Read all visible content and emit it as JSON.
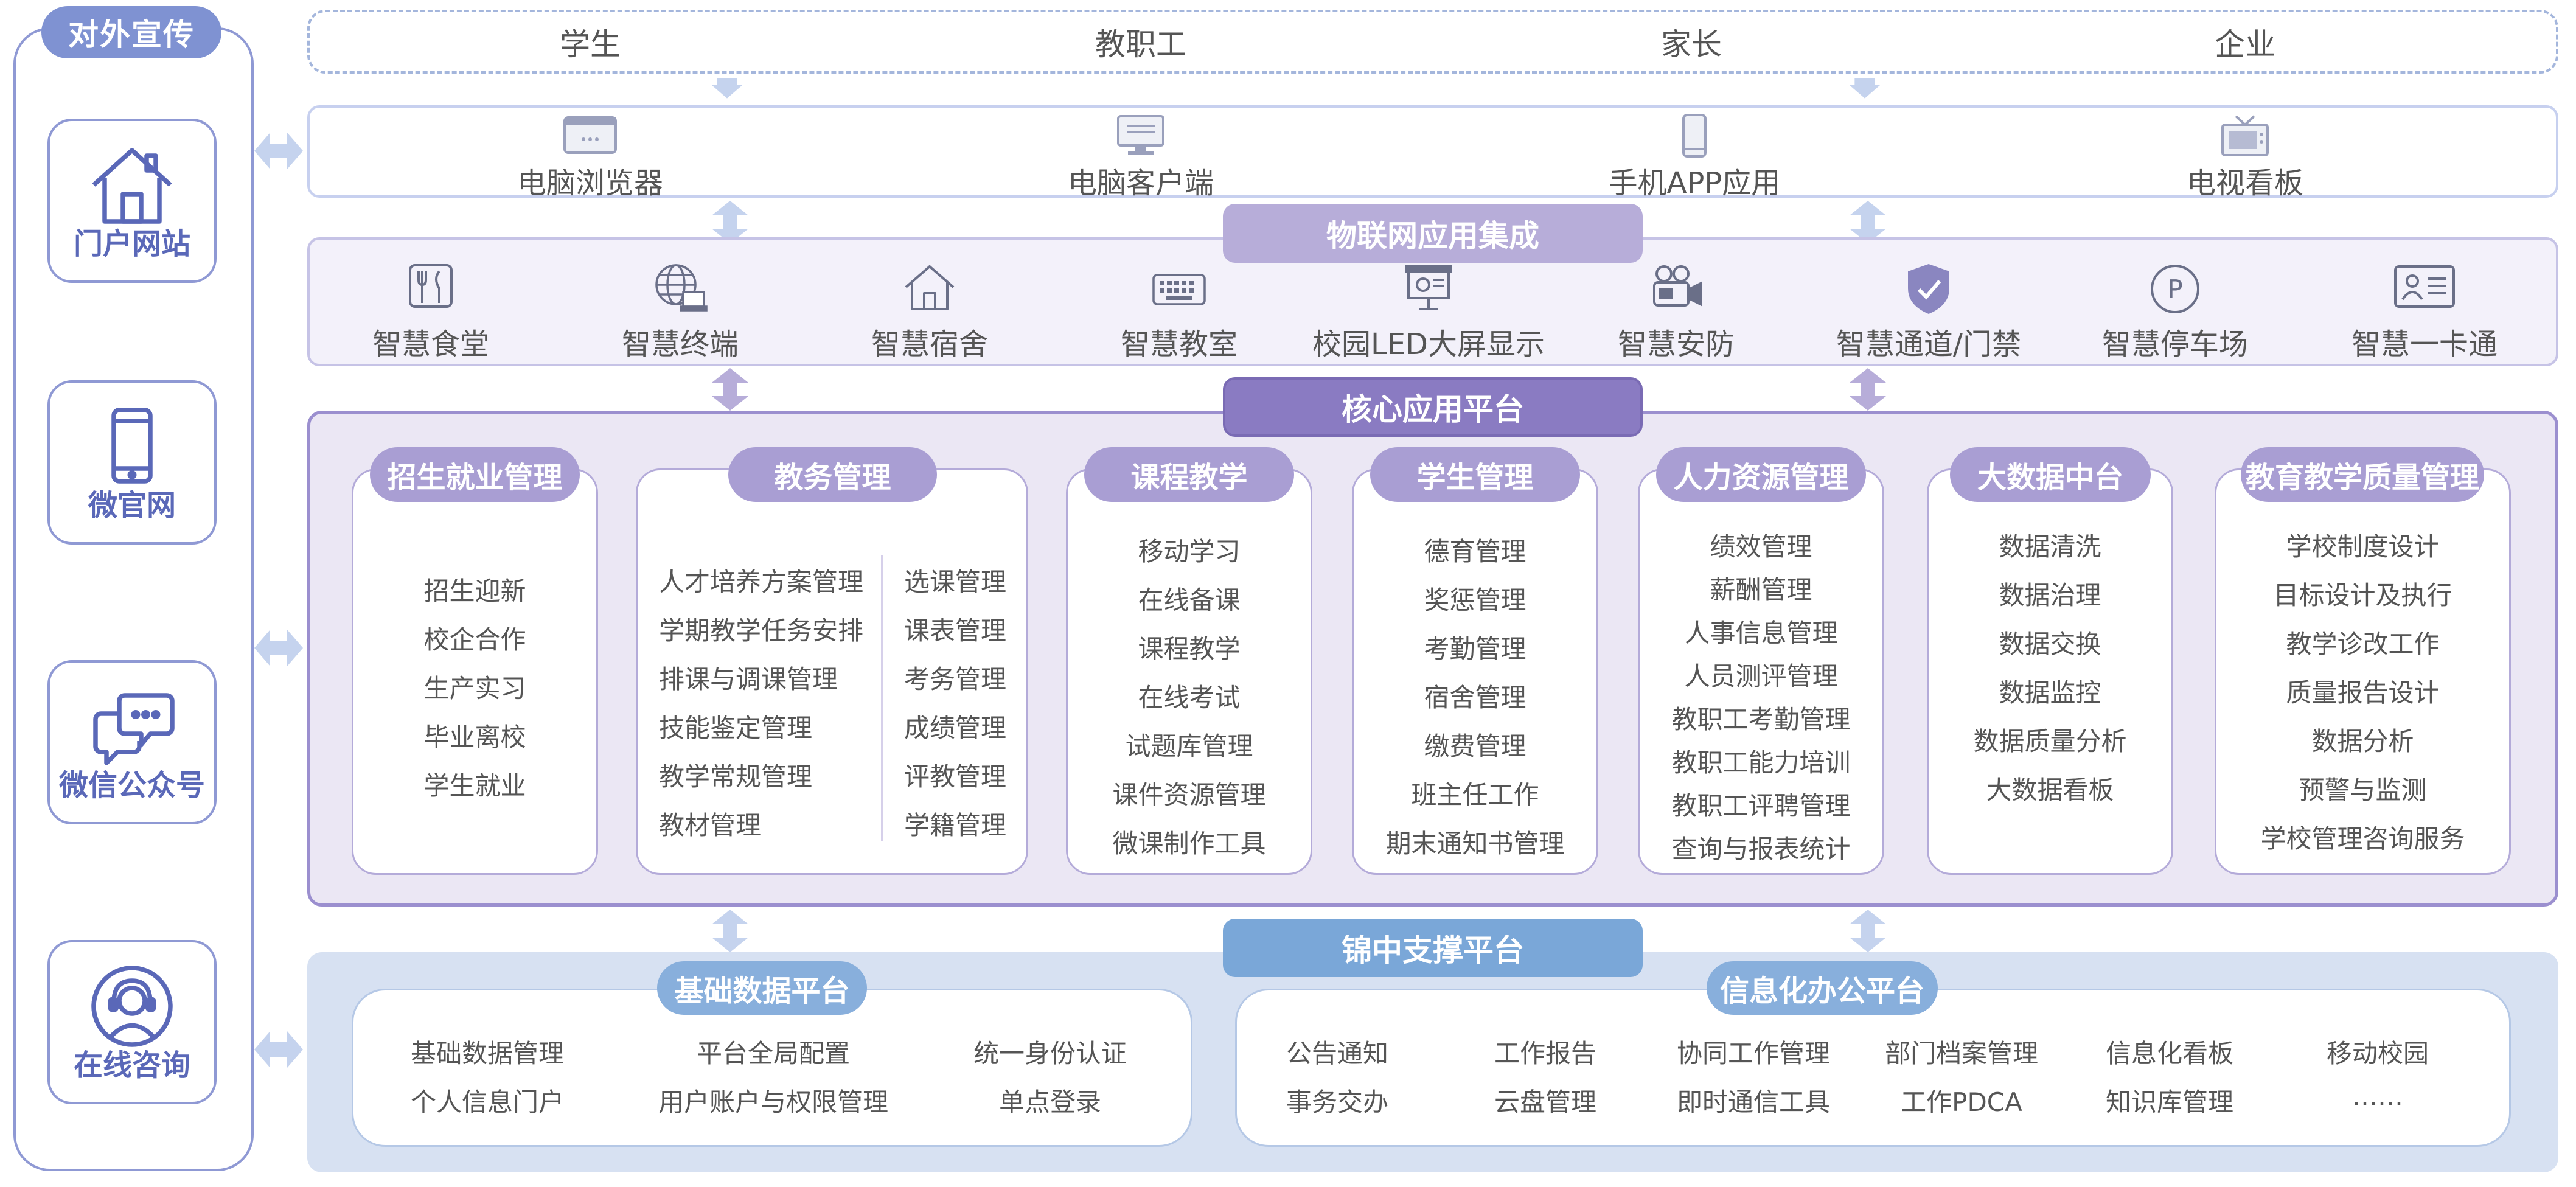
{
  "left_column": {
    "title": "对外宣传",
    "portals": [
      {
        "label": "门户网站",
        "icon": "house-icon"
      },
      {
        "label": "微官网",
        "icon": "phone-icon"
      },
      {
        "label": "微信公众号",
        "icon": "chat-bubbles-icon"
      },
      {
        "label": "在线咨询",
        "icon": "headset-agent-icon"
      }
    ]
  },
  "users": [
    "学生",
    "教职工",
    "家长",
    "企业"
  ],
  "terminals": [
    {
      "label": "电脑浏览器",
      "icon": "browser-icon"
    },
    {
      "label": "电脑客户端",
      "icon": "monitor-icon"
    },
    {
      "label": "手机APP应用",
      "icon": "mobile-icon"
    },
    {
      "label": "电视看板",
      "icon": "tv-icon"
    }
  ],
  "iot": {
    "title": "物联网应用集成",
    "items": [
      {
        "label": "智慧食堂",
        "icon": "cutlery-icon"
      },
      {
        "label": "智慧终端",
        "icon": "globe-terminal-icon"
      },
      {
        "label": "智慧宿舍",
        "icon": "house-icon"
      },
      {
        "label": "智慧教室",
        "icon": "keyboard-icon"
      },
      {
        "label": "校园LED大屏显示",
        "icon": "display-screen-icon"
      },
      {
        "label": "智慧安防",
        "icon": "camera-icon"
      },
      {
        "label": "智慧通道/门禁",
        "icon": "shield-check-icon"
      },
      {
        "label": "智慧停车场",
        "icon": "parking-icon"
      },
      {
        "label": "智慧一卡通",
        "icon": "id-card-icon"
      }
    ]
  },
  "core": {
    "title": "核心应用平台",
    "modules": [
      {
        "title": "招生就业管理",
        "items": [
          "招生迎新",
          "校企合作",
          "生产实习",
          "毕业离校",
          "学生就业"
        ]
      },
      {
        "title": "教务管理",
        "items_left": [
          "人才培养方案管理",
          "学期教学任务安排",
          "排课与调课管理",
          "技能鉴定管理",
          "教学常规管理",
          "教材管理"
        ],
        "items_right": [
          "选课管理",
          "课表管理",
          "考务管理",
          "成绩管理",
          "评教管理",
          "学籍管理"
        ]
      },
      {
        "title": "课程教学",
        "items": [
          "移动学习",
          "在线备课",
          "课程教学",
          "在线考试",
          "试题库管理",
          "课件资源管理",
          "微课制作工具"
        ]
      },
      {
        "title": "学生管理",
        "items": [
          "德育管理",
          "奖惩管理",
          "考勤管理",
          "宿舍管理",
          "缴费管理",
          "班主任工作",
          "期末通知书管理"
        ]
      },
      {
        "title": "人力资源管理",
        "items": [
          "绩效管理",
          "薪酬管理",
          "人事信息管理",
          "人员测评管理",
          "教职工考勤管理",
          "教职工能力培训",
          "教职工评聘管理",
          "查询与报表统计"
        ]
      },
      {
        "title": "大数据中台",
        "items": [
          "数据清洗",
          "数据治理",
          "数据交换",
          "数据监控",
          "数据质量分析",
          "大数据看板"
        ]
      },
      {
        "title": "教育教学质量管理",
        "items": [
          "学校制度设计",
          "目标设计及执行",
          "教学诊改工作",
          "质量报告设计",
          "数据分析",
          "预警与监测",
          "学校管理咨询服务"
        ]
      }
    ]
  },
  "support": {
    "title": "锦中支撑平台",
    "basic": {
      "title": "基础数据平台",
      "rows": [
        [
          "基础数据管理",
          "平台全局配置",
          "统一身份认证"
        ],
        [
          "个人信息门户",
          "用户账户与权限管理",
          "单点登录"
        ]
      ]
    },
    "office": {
      "title": "信息化办公平台",
      "rows": [
        [
          "公告通知",
          "工作报告",
          "协同工作管理",
          "部门档案管理",
          "信息化看板",
          "移动校园"
        ],
        [
          "事务交办",
          "云盘管理",
          "即时通信工具",
          "工作PDCA",
          "知识库管理",
          "……"
        ]
      ]
    }
  },
  "colors": {
    "left_accent": "#7f92d2",
    "iot_title_bg": "#b7add9",
    "core_title_bg": "#8a7bc2",
    "core_panel_bg": "#ebe7f4",
    "module_title_bg": "#a99ed3",
    "support_title_bg": "#7aa7d8",
    "support_panel_bg": "#d7e1f2",
    "support_box_title_bg": "#88afdc"
  }
}
